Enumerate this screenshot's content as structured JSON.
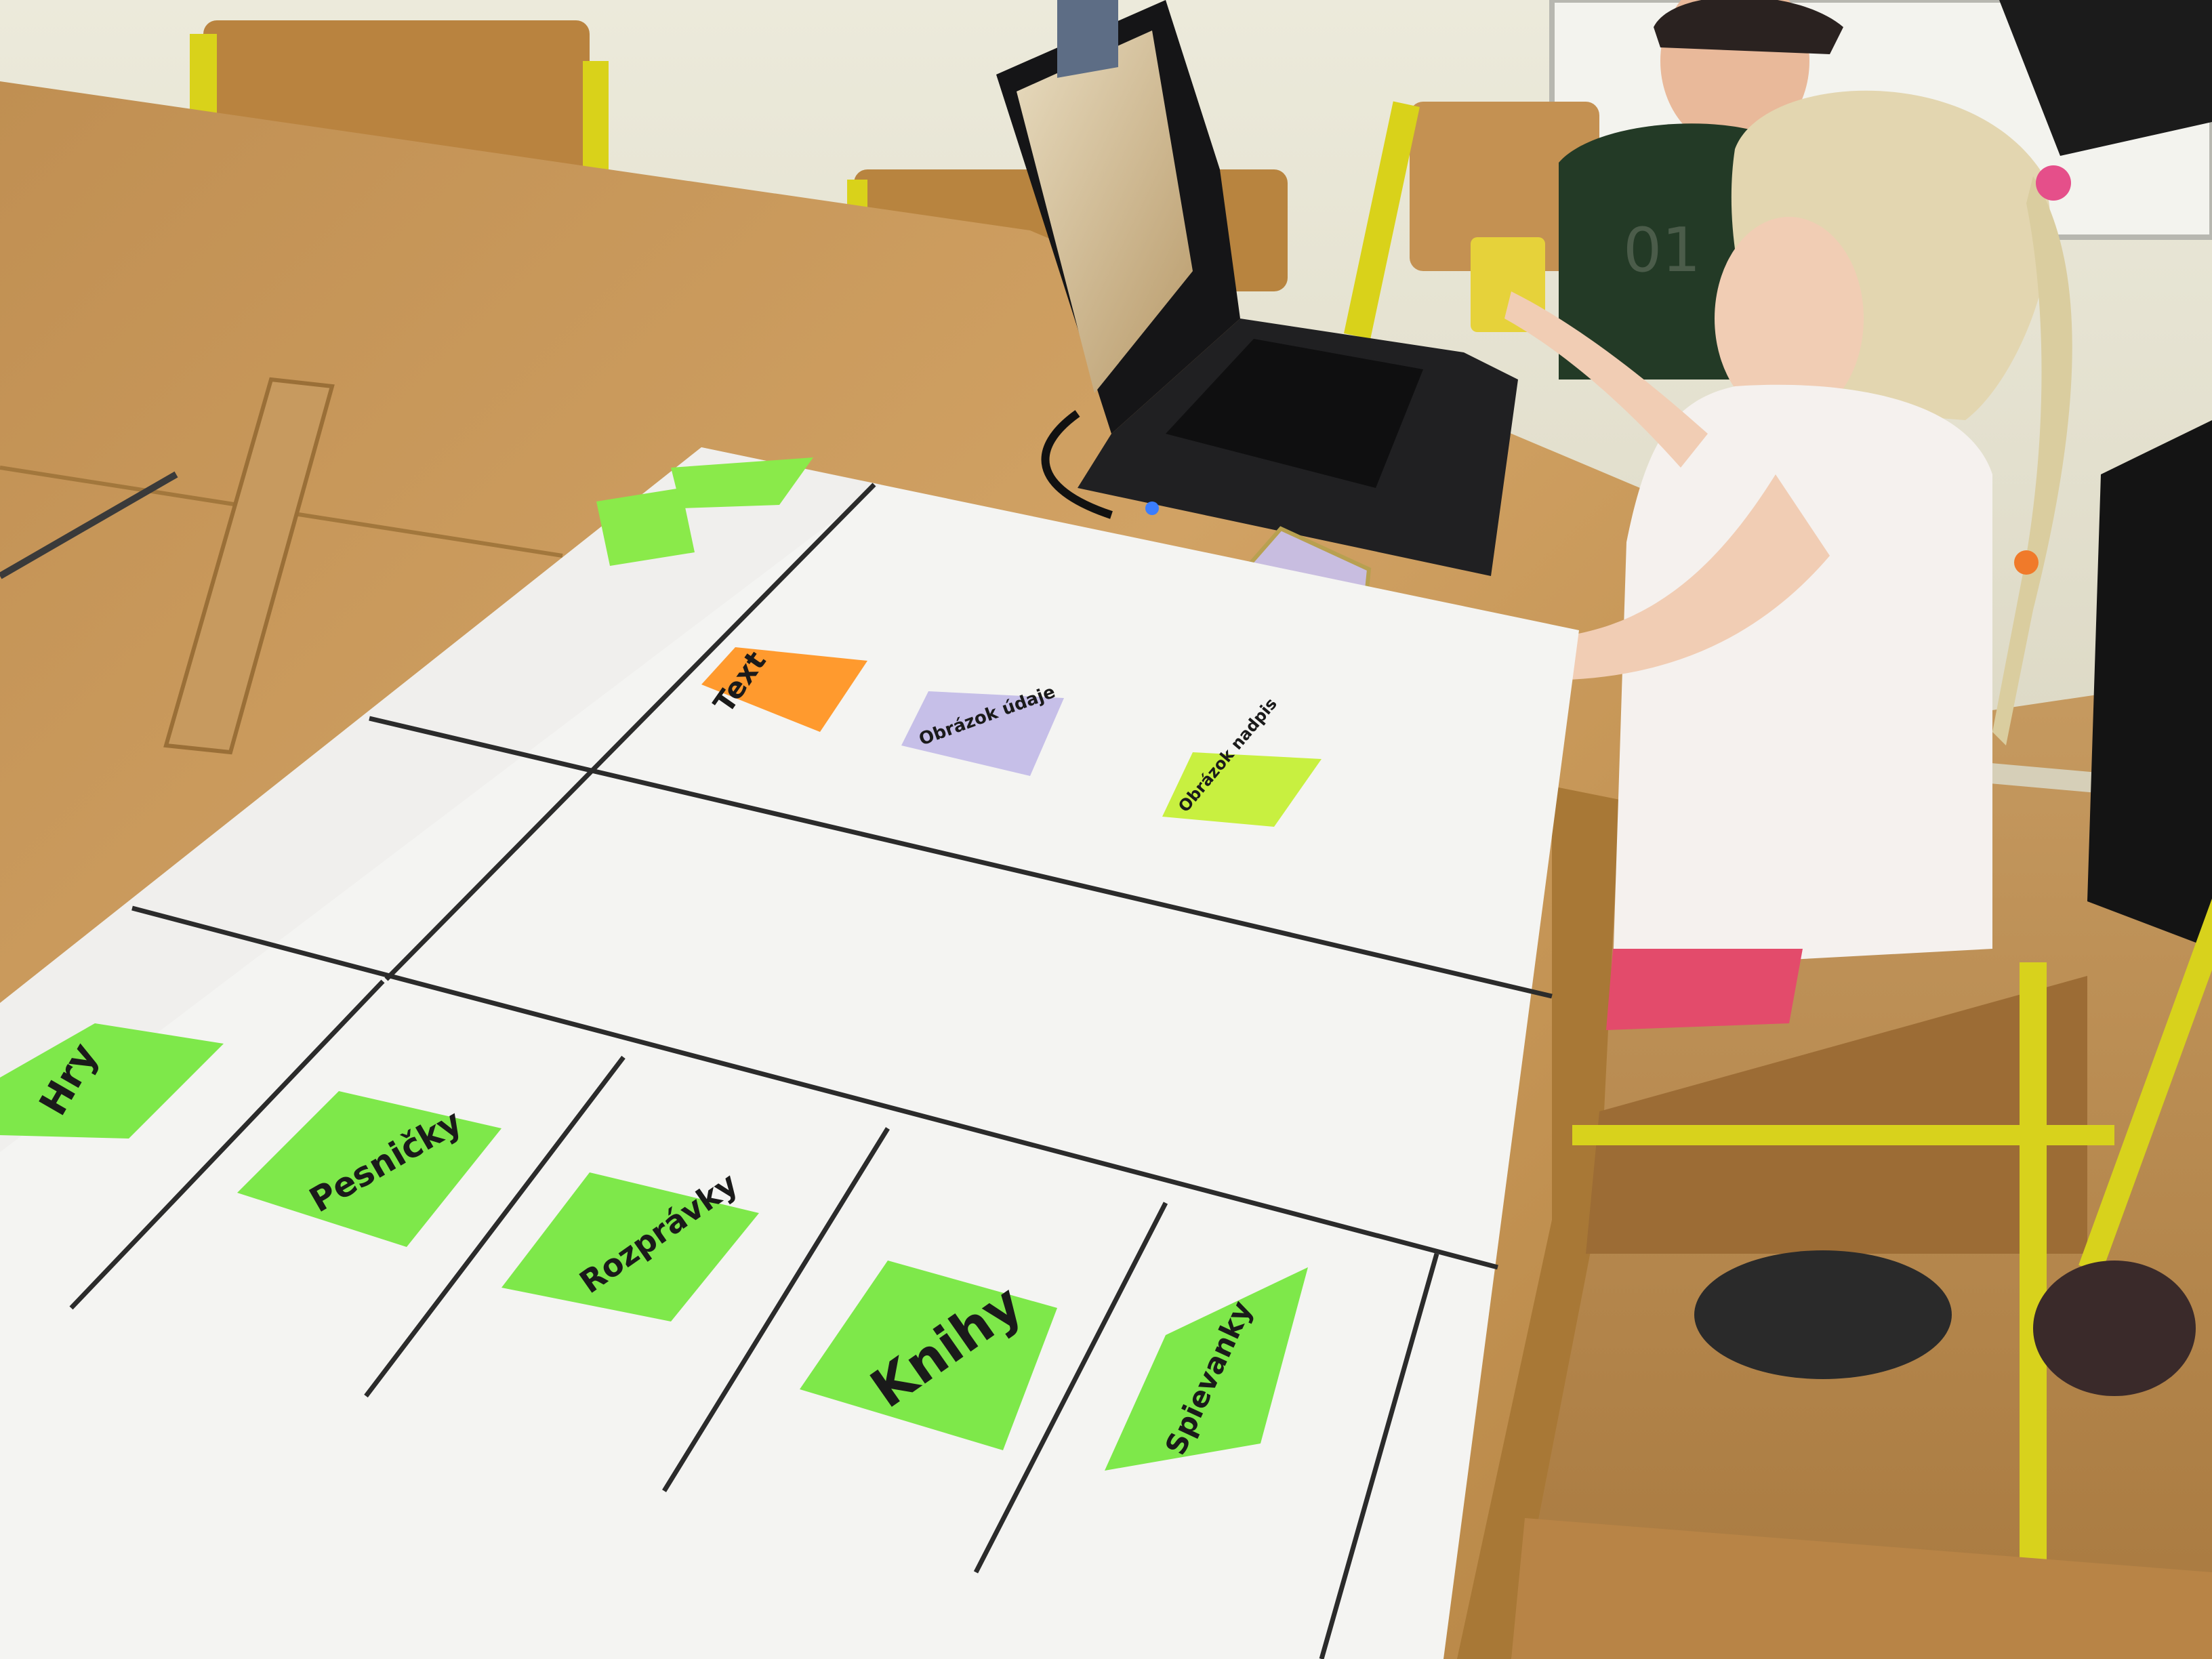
{
  "scene": {
    "sticky_notes": [
      {
        "id": "hry",
        "text": "Hry",
        "color": "#7ee84a"
      },
      {
        "id": "pesnicky",
        "text": "Pesničky",
        "color": "#7ee84a"
      },
      {
        "id": "rozpravky",
        "text": "Rozprávky",
        "color": "#7ee84a"
      },
      {
        "id": "knihy",
        "text": "Knihy",
        "color": "#7ee84a"
      },
      {
        "id": "spievanky",
        "text": "Spievanky",
        "color": "#7ee84a"
      },
      {
        "id": "text",
        "text": "Text",
        "color": "#ff9a2e"
      },
      {
        "id": "obrazok-udaje",
        "text": "Obrázok údaje",
        "color": "#c6bfe8"
      },
      {
        "id": "obrazok-nadpis",
        "text": "Obrázok nadpis",
        "color": "#c8f040"
      }
    ],
    "colors": {
      "table": "#c99a5c",
      "paper": "#f4f4f2",
      "wall": "#e9e6d6",
      "floor": "#b98d55",
      "laptop": "#1c1c1e",
      "chair_frame": "#d8d21c"
    }
  }
}
